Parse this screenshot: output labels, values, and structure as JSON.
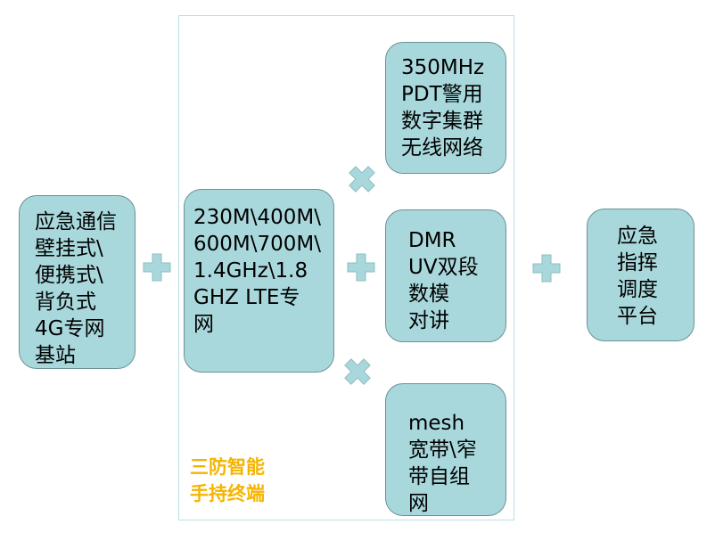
{
  "nodes": {
    "base_station": "应急通信\n壁挂式\\\n便携式\\\n背负式\n4G专网\n基站",
    "lte_terminal": "230M\\400M\\\n600M\\700M\\\n1.4GHz\\1.8\nGHZ LTE专\n网",
    "pdt": "350MHz\nPDT警用\n数字集群\n无线网络",
    "dmr": "DMR\nUV双段\n数模\n对讲",
    "mesh": "mesh\n宽带\\窄\n带自组\n网",
    "command_platform": "应急\n指挥\n调度\n平台"
  },
  "frame_caption": "三防智能\n手持终端",
  "colors": {
    "box_fill": "#a9d8dc",
    "box_border": "#6a9296",
    "plus_fill": "#a9d8dc",
    "caption": "#f5b400",
    "frame_border": "#b9dfe2"
  }
}
